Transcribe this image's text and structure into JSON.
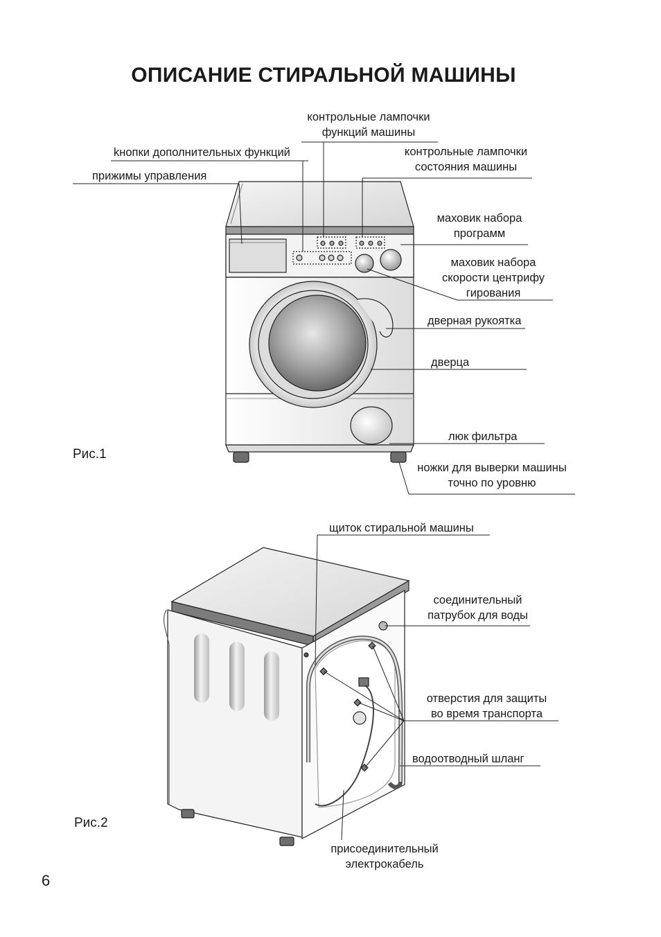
{
  "page": {
    "title": "ОПИСАНИЕ СТИРАЛЬНОЙ МАШИНЫ",
    "page_number": "6"
  },
  "figure1": {
    "caption": "Рис.1",
    "labels": {
      "function_lamps": [
        "контрольные лампочки",
        "функций  машины"
      ],
      "extra_buttons": "kнопки дополнительных функций",
      "control_clamps": "прижимы управления",
      "state_lamps": [
        "контрольные лампочки",
        "состояния машины"
      ],
      "program_knob": [
        "маховик набора",
        "программ"
      ],
      "spin_knob": [
        "маховик набора",
        "скорости центрифу",
        "гирования"
      ],
      "door_handle": "дверная рукоятка",
      "door": "дверца",
      "filter_hatch": "люк фильтра",
      "feet": [
        "ножки для выверки  машины",
        "точно по уровню"
      ]
    }
  },
  "figure2": {
    "caption": "Рис.2",
    "labels": {
      "back_panel": "щиток стиральной машины",
      "water_inlet": [
        "соединительный",
        "патрубок для воды"
      ],
      "transport_holes": [
        "отверстия для защиты",
        "во время транспорта"
      ],
      "drain_hose": "водоотводный шланг",
      "power_cable": [
        "присоединительный",
        "электрокабель"
      ]
    }
  }
}
